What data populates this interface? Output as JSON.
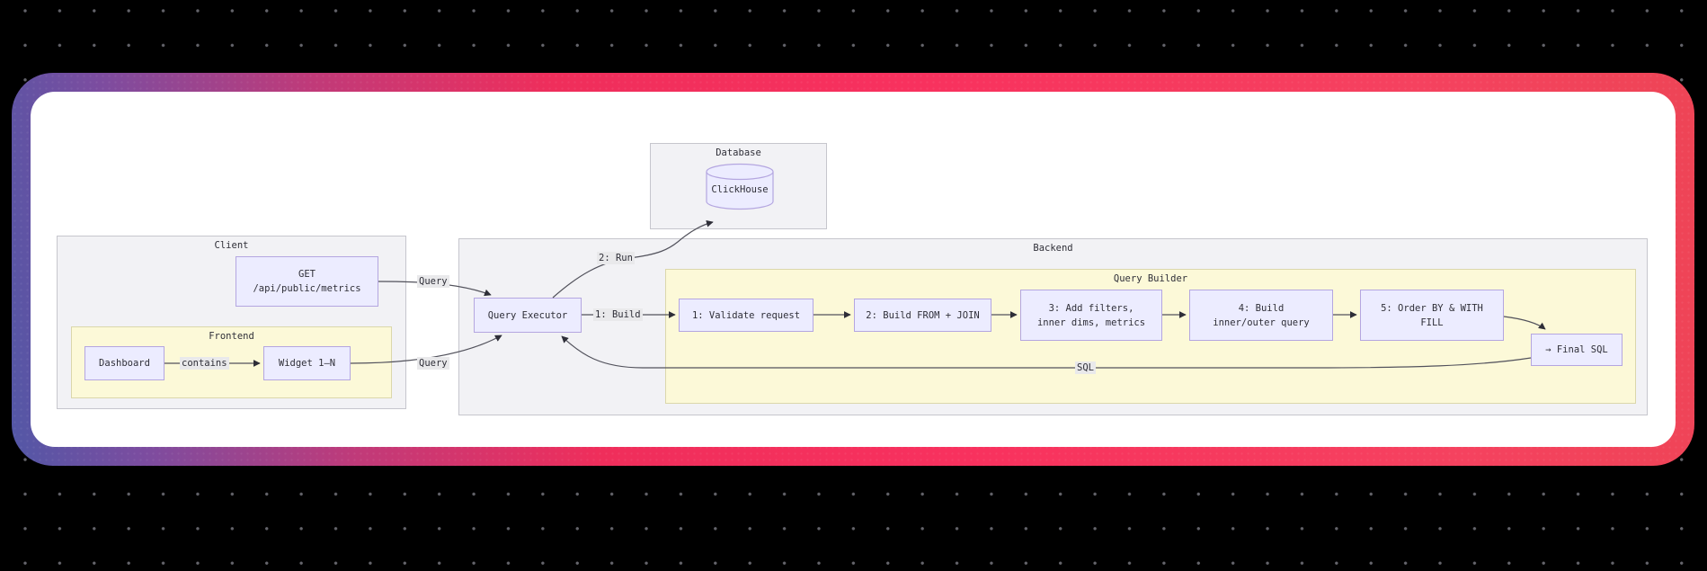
{
  "colors": {
    "background": "#000000",
    "dot_grid": "#64646b",
    "gradient_indigo": "#5257a6",
    "gradient_purple": "#7d4c9f",
    "gradient_pink": "#f8315e",
    "card_surface": "#ffffff",
    "subgraph_gray": "#f2f2f5",
    "subgraph_yellow": "#fcf9d8",
    "node_fill": "#ECECFF",
    "node_border": "#9370DB",
    "edge_stroke": "#44444c"
  },
  "diagram": {
    "database": {
      "label": "Database",
      "node": "ClickHouse"
    },
    "client": {
      "label": "Client",
      "get_node": {
        "line1": "GET",
        "line2": "/api/public/metrics"
      },
      "frontend": {
        "label": "Frontend",
        "dashboard": "Dashboard",
        "widget": "Widget 1–N"
      }
    },
    "backend": {
      "label": "Backend",
      "query_executor": "Query Executor",
      "query_builder": {
        "label": "Query Builder",
        "steps": [
          {
            "line1": "1: Validate request"
          },
          {
            "line1": "2: Build FROM + JOIN"
          },
          {
            "line1": "3: Add filters,",
            "line2": "inner dims, metrics"
          },
          {
            "line1": "4: Build",
            "line2": "inner/outer query"
          },
          {
            "line1": "5: Order BY & WITH",
            "line2": "FILL"
          }
        ],
        "final_sql": "→ Final SQL"
      }
    },
    "edge_labels": {
      "query_get": "Query",
      "query_widget": "Query",
      "run": "2: Run",
      "build": "1: Build",
      "contains": "contains",
      "sql": "SQL"
    }
  }
}
